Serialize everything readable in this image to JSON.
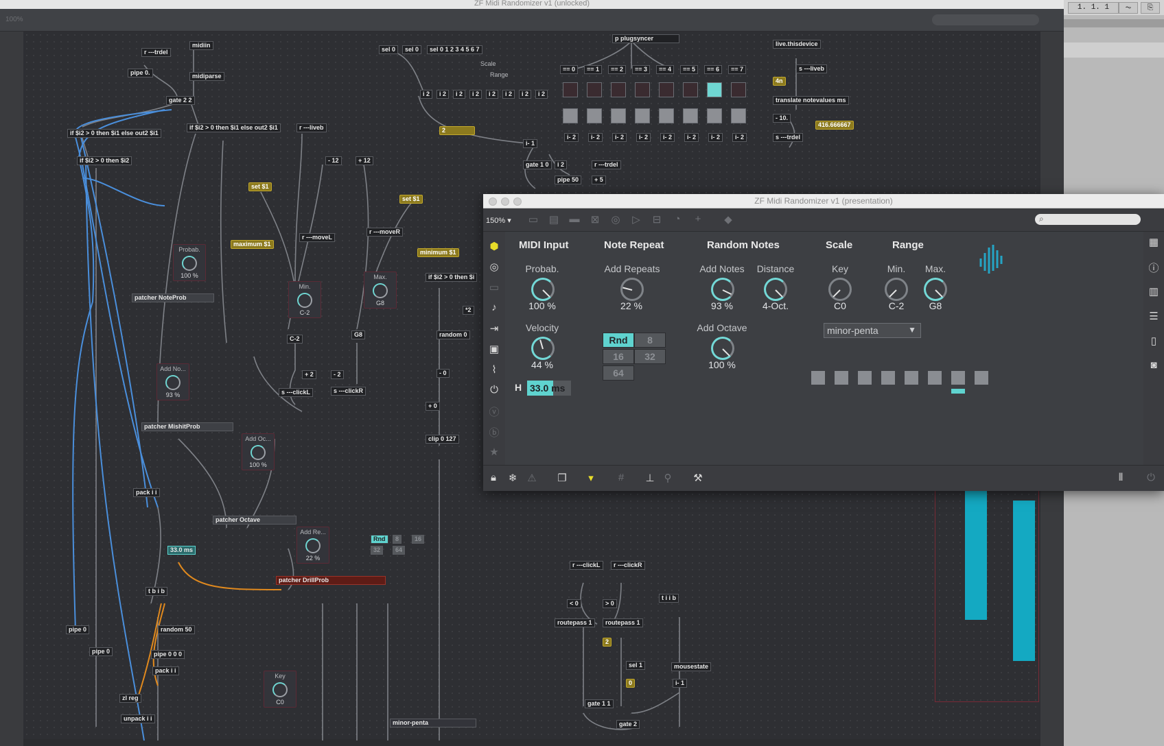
{
  "background_window": {
    "title": "ZF Midi Randomizer v1 (unlocked)",
    "zoom": "100%",
    "objects": [
      {
        "label": "midiin"
      },
      {
        "label": "r ---trdel"
      },
      {
        "label": "pipe 0."
      },
      {
        "label": "midiparse"
      },
      {
        "label": "gate 2 2"
      },
      {
        "label": "if $i2 > 0 then $i1 else out2 $i1"
      },
      {
        "label": "if $i2 > 0 then $i1 else out2 $i1"
      },
      {
        "label": "r ---liveb"
      },
      {
        "label": "if $i2 > 0 then $i2"
      },
      {
        "label": "- 12"
      },
      {
        "label": "+ 12"
      },
      {
        "label": "set $1"
      },
      {
        "label": "set $1"
      },
      {
        "label": "maximum $1"
      },
      {
        "label": "r ---moveL"
      },
      {
        "label": "r ---moveR"
      },
      {
        "label": "minimum $1"
      },
      {
        "label": "if $i2 > 0 then $i"
      },
      {
        "label": "patcher NoteProb"
      },
      {
        "label": "C-2"
      },
      {
        "label": "G8"
      },
      {
        "label": "random 0"
      },
      {
        "label": "+ 2"
      },
      {
        "label": "- 2"
      },
      {
        "label": "s ---clickL"
      },
      {
        "label": "s ---clickR"
      },
      {
        "label": "- 0"
      },
      {
        "label": "*2"
      },
      {
        "label": "patcher MishitProb"
      },
      {
        "label": "+ 0"
      },
      {
        "label": "clip 0 127"
      },
      {
        "label": "pack i i"
      },
      {
        "label": "patcher Octave"
      },
      {
        "label": "33.0 ms"
      },
      {
        "label": "patcher DrillProb"
      },
      {
        "label": "t b i b"
      },
      {
        "label": "random 50"
      },
      {
        "label": "pipe 0"
      },
      {
        "label": "pipe 0"
      },
      {
        "label": "pipe 0 0 0"
      },
      {
        "label": "pack i i"
      },
      {
        "label": "zl reg"
      },
      {
        "label": "unpack i i"
      },
      {
        "label": "sel 0"
      },
      {
        "label": "sel 0"
      },
      {
        "label": "sel 0 1 2 3 4 5 6 7"
      },
      {
        "label": "p plugsyncer"
      },
      {
        "label": "Scale"
      },
      {
        "label": "Range"
      },
      {
        "label": "2"
      },
      {
        "label": "i- 1"
      },
      {
        "label": "gate 1 0"
      },
      {
        "label": "i 2"
      },
      {
        "label": "pipe 50"
      },
      {
        "label": "r ---trdel"
      },
      {
        "label": "+ 5"
      },
      {
        "label": "live.thisdevice"
      },
      {
        "label": "s ---liveb"
      },
      {
        "label": "4n"
      },
      {
        "label": "translate notevalues ms"
      },
      {
        "label": "- 10."
      },
      {
        "label": "s ---trdel"
      },
      {
        "label": "416.666667"
      },
      {
        "label": "r ---clickL"
      },
      {
        "label": "r ---clickR"
      },
      {
        "label": "< 0"
      },
      {
        "label": "> 0"
      },
      {
        "label": "t i i b"
      },
      {
        "label": "routepass 1"
      },
      {
        "label": "routepass 1"
      },
      {
        "label": "2"
      },
      {
        "label": "sel 1"
      },
      {
        "label": "0"
      },
      {
        "label": "mousestate"
      },
      {
        "label": "i- 1"
      },
      {
        "label": "gate 1 1"
      },
      {
        "label": "gate 2"
      }
    ],
    "eq_row": [
      "== 0",
      "== 1",
      "== 2",
      "== 3",
      "== 4",
      "== 5",
      "== 6",
      "== 7"
    ],
    "i2_row": [
      "i 2",
      "i 2",
      "i 2",
      "i 2",
      "i 2",
      "i 2",
      "i 2",
      "i 2"
    ],
    "i2b_row": [
      "i- 2",
      "i- 2",
      "i- 2",
      "i- 2",
      "i- 2",
      "i- 2",
      "i- 2",
      "i- 2"
    ],
    "dials": [
      {
        "label": "Probab.",
        "value": "100 %"
      },
      {
        "label": "Min.",
        "value": "C-2"
      },
      {
        "label": "Max.",
        "value": "G8"
      },
      {
        "label": "Add No...",
        "value": "93 %"
      },
      {
        "label": "Add Oc...",
        "value": "100 %"
      },
      {
        "label": "Add Re...",
        "value": "22 %"
      },
      {
        "label": "Key",
        "value": "C0"
      }
    ],
    "mini_tabs": [
      "Rnd",
      "8",
      "16",
      "32",
      "64"
    ],
    "scale_menu": "minor-penta"
  },
  "live_panel": {
    "position": "1.   1.   1"
  },
  "presentation": {
    "title": "ZF Midi Randomizer v1 (presentation)",
    "zoom": "150%",
    "sections": {
      "midi_input": "MIDI Input",
      "note_repeat": "Note Repeat",
      "random_notes": "Random Notes",
      "scale": "Scale",
      "range": "Range"
    },
    "dials": {
      "probab": {
        "label": "Probab.",
        "value": "100 %",
        "level": 1.0
      },
      "velocity": {
        "label": "Velocity",
        "value": "44 %",
        "level": 0.44
      },
      "add_repeats": {
        "label": "Add Repeats",
        "value": "22 %",
        "level": 0.22
      },
      "add_notes": {
        "label": "Add Notes",
        "value": "93 %",
        "level": 0.93
      },
      "distance": {
        "label": "Distance",
        "value": "4-Oct.",
        "level": 1.0
      },
      "add_octave": {
        "label": "Add Octave",
        "value": "100 %",
        "level": 1.0
      },
      "key": {
        "label": "Key",
        "value": "C0",
        "level": 0.0
      },
      "min": {
        "label": "Min.",
        "value": "C-2",
        "level": 0.0
      },
      "max": {
        "label": "Max.",
        "value": "G8",
        "level": 1.0
      }
    },
    "repeat_tabs": [
      {
        "label": "Rnd",
        "active": true
      },
      {
        "label": "8",
        "active": false
      },
      {
        "label": "16",
        "active": false
      },
      {
        "label": "32",
        "active": false
      },
      {
        "label": "64",
        "active": false
      }
    ],
    "hold": {
      "label": "H",
      "value": "33.0 ms"
    },
    "scale_menu": "minor-penta",
    "step_active_index": 6,
    "accent_color": "#5fd3cf",
    "icons": {
      "sidebar": [
        "cube-icon",
        "target-icon",
        "window-icon",
        "note-icon",
        "step-icon",
        "image-icon",
        "clip-icon",
        "plug-icon",
        "v-circle-icon",
        "b-circle-icon",
        "star-icon"
      ],
      "toolbar": [
        "present-icon",
        "inspector-icon",
        "comment-icon",
        "x-box-icon",
        "crop-icon",
        "play-icon",
        "grid-icon",
        "dial-icon",
        "plus-icon",
        "bucket-icon"
      ],
      "bottom": [
        "lock-icon",
        "freeze-icon",
        "warning-icon",
        "windows-icon",
        "presentation-icon",
        "grid-icon",
        "hierarchy-icon",
        "pin-icon",
        "wrench-icon"
      ],
      "right": [
        "grid-dots-icon",
        "info-icon",
        "book-icon",
        "list-icon",
        "book-open-icon",
        "camera-icon",
        "power-icon"
      ]
    }
  }
}
